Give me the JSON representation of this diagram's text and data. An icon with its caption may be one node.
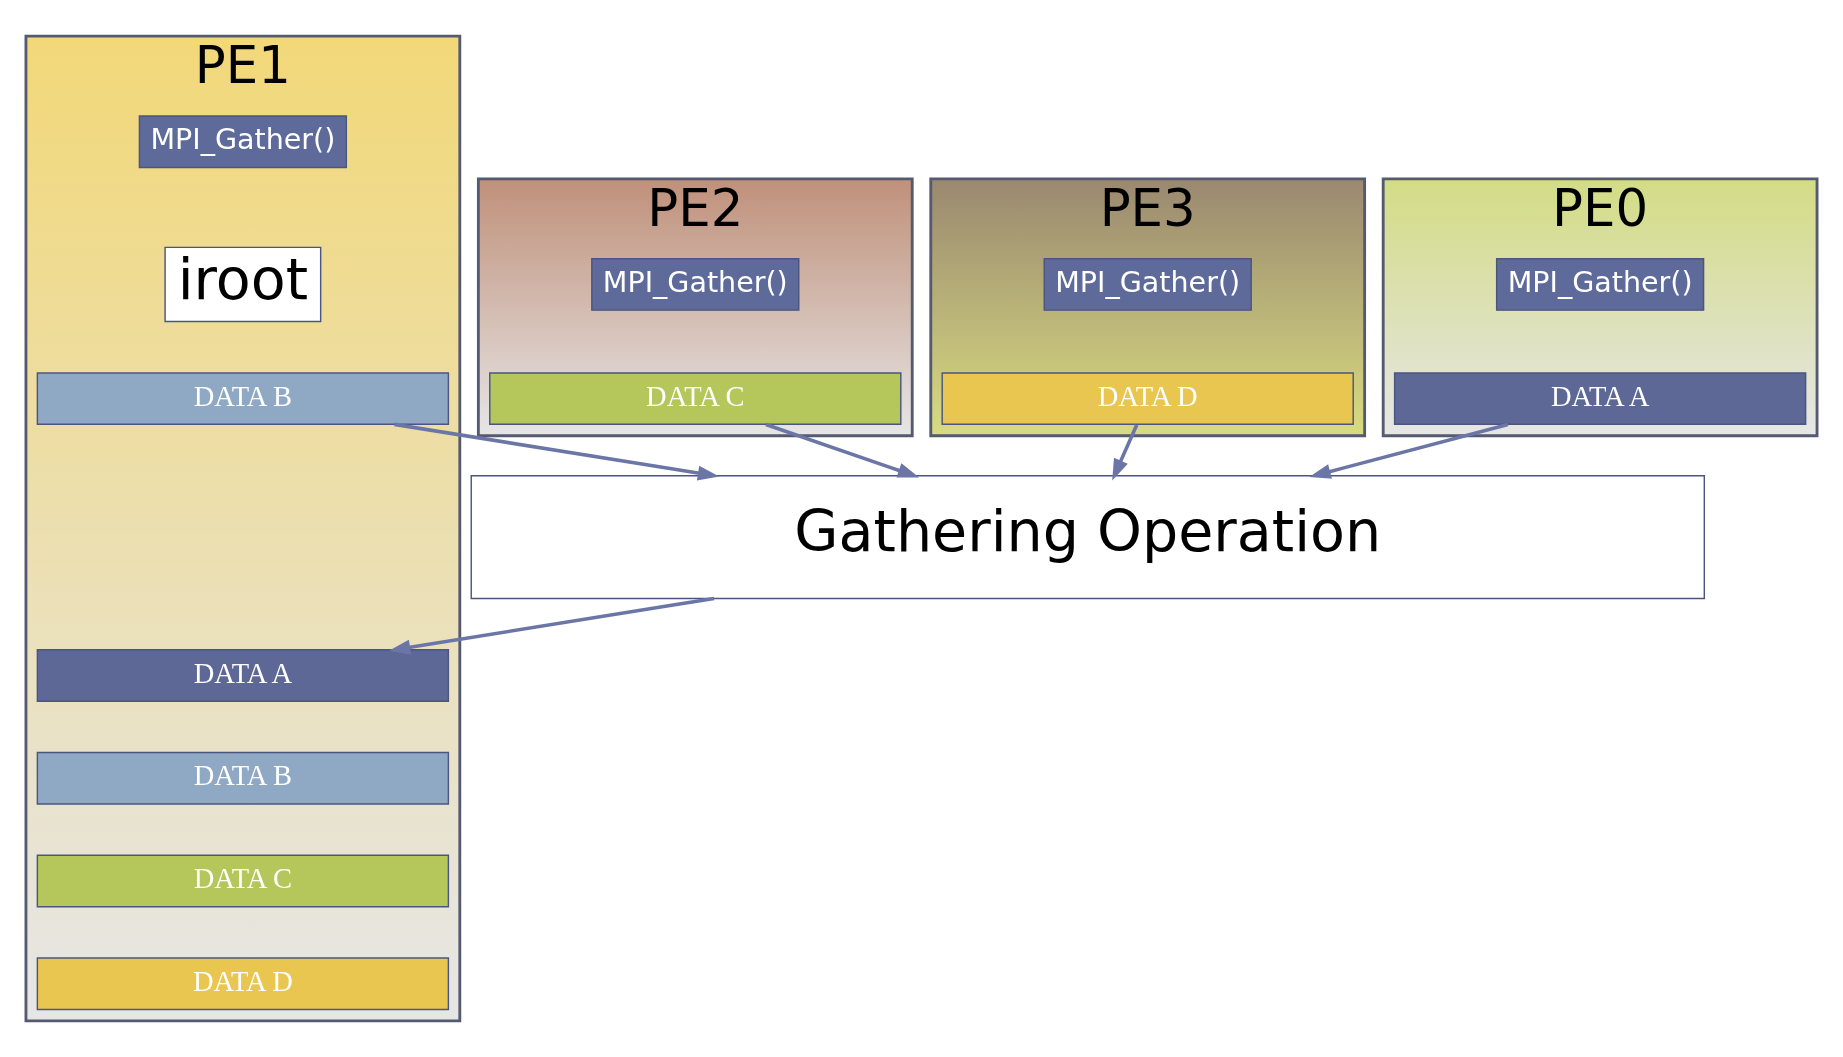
{
  "diagram": {
    "nodes": [
      {
        "text": [
          "PE0"
        ]
      },
      {
        "text": [
          "MPI_Gather()"
        ],
        "in": 0
      },
      {
        "text": [
          "DATA A"
        ],
        "in": 0
      },
      {
        "text": [
          "PE1"
        ]
      },
      {
        "text": [
          "MPI_Gather()"
        ],
        "in": 3
      },
      {
        "text": [
          "iroot"
        ],
        "in": 3
      },
      {
        "text": [
          "DATA B"
        ],
        "in": 3
      },
      {
        "text": [
          "PE2"
        ]
      },
      {
        "text": [
          "MPI_Gather()"
        ],
        "in": 7
      },
      {
        "text": [
          "DATA C"
        ],
        "in": 7
      },
      {
        "text": [
          "PE3"
        ]
      },
      {
        "text": [
          "MPI_Gather()"
        ],
        "in": 10
      },
      {
        "text": [
          "DATA D"
        ],
        "in": 10
      },
      {
        "text": [
          "Gathering Operation"
        ]
      },
      {
        "text": [
          "DATA A"
        ],
        "in": 3
      },
      {
        "text": [
          "DATA B"
        ],
        "in": 3
      },
      {
        "text": [
          "DATA C"
        ],
        "in": 3
      },
      {
        "text": [
          "DATA D"
        ],
        "in": 3
      }
    ],
    "edges": [
      {
        "from": 2,
        "to": 13,
        "arrow": "to"
      },
      {
        "from": 6,
        "to": 13,
        "arrow": "to"
      },
      {
        "from": 9,
        "to": 13,
        "arrow": "to"
      },
      {
        "from": 12,
        "to": 13,
        "arrow": "to"
      },
      {
        "from": 13,
        "to": 14,
        "arrow": "to"
      }
    ]
  }
}
